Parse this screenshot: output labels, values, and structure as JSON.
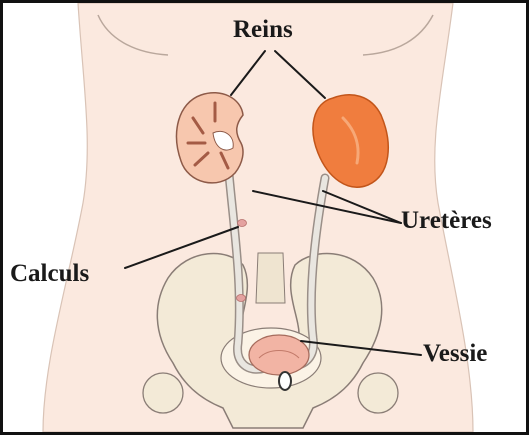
{
  "labels": {
    "kidneys": "Reins",
    "ureters": "Uretères",
    "stones": "Calculs",
    "bladder": "Vessie"
  },
  "colors": {
    "frame": "#111111",
    "skin": "#fbe9df",
    "outline": "#8a7d76",
    "pelvis": "#f3ead7",
    "kidney_section": "#f7c7ae",
    "kidney_external": "#f07d3e",
    "ureter": "#e9e6e0",
    "stone": "#e4a2a0",
    "bladder": "#f2b4a4",
    "leader": "#1a1a1a"
  }
}
